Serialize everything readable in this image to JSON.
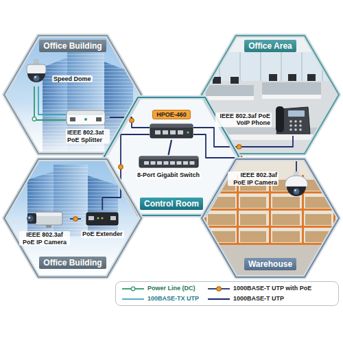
{
  "diagram": {
    "nodes": [
      {
        "text": [
          "Office Building"
        ]
      },
      {
        "text": [
          "Speed Dome"
        ],
        "in": 0
      },
      {
        "text": [
          "IEEE 802.3at PoE Splitter"
        ],
        "in": 0
      },
      {
        "text": [
          "Office Area"
        ]
      },
      {
        "text": [
          "IEEE 802.3af PoE VoIP Phone"
        ],
        "in": 3
      },
      {
        "text": [
          "Control Room"
        ]
      },
      {
        "text": [
          "HPOE-460"
        ],
        "in": 5
      },
      {
        "text": [
          "8-Port Gigabit Switch"
        ],
        "in": 5
      },
      {
        "text": [
          "Office Building"
        ]
      },
      {
        "text": [
          "IEEE 802.3af PoE IP Camera"
        ],
        "in": 8
      },
      {
        "text": [
          "PoE Extender"
        ],
        "in": 8
      },
      {
        "text": [
          "Warehouse"
        ]
      },
      {
        "text": [
          "IEEE 802.3af PoE IP Camera"
        ],
        "in": 11
      }
    ],
    "edges": [
      {
        "from": 1,
        "to": 2,
        "arrow": "none"
      },
      {
        "from": 1,
        "to": 2,
        "arrow": "none"
      },
      {
        "from": 2,
        "to": 6,
        "arrow": "none"
      },
      {
        "from": 6,
        "to": 7,
        "arrow": "none"
      },
      {
        "from": 6,
        "to": 4,
        "arrow": "none"
      },
      {
        "from": 6,
        "to": 12,
        "arrow": "none"
      },
      {
        "from": 6,
        "to": 10,
        "arrow": "none"
      },
      {
        "from": 10,
        "to": 9,
        "arrow": "none"
      }
    ],
    "legend": [
      {
        "text": "Power Line (DC)"
      },
      {
        "text": "1000BASE-T UTP with PoE"
      },
      {
        "text": "100BASE-TX UTP"
      },
      {
        "text": "1000BASE-T UTP"
      }
    ]
  }
}
